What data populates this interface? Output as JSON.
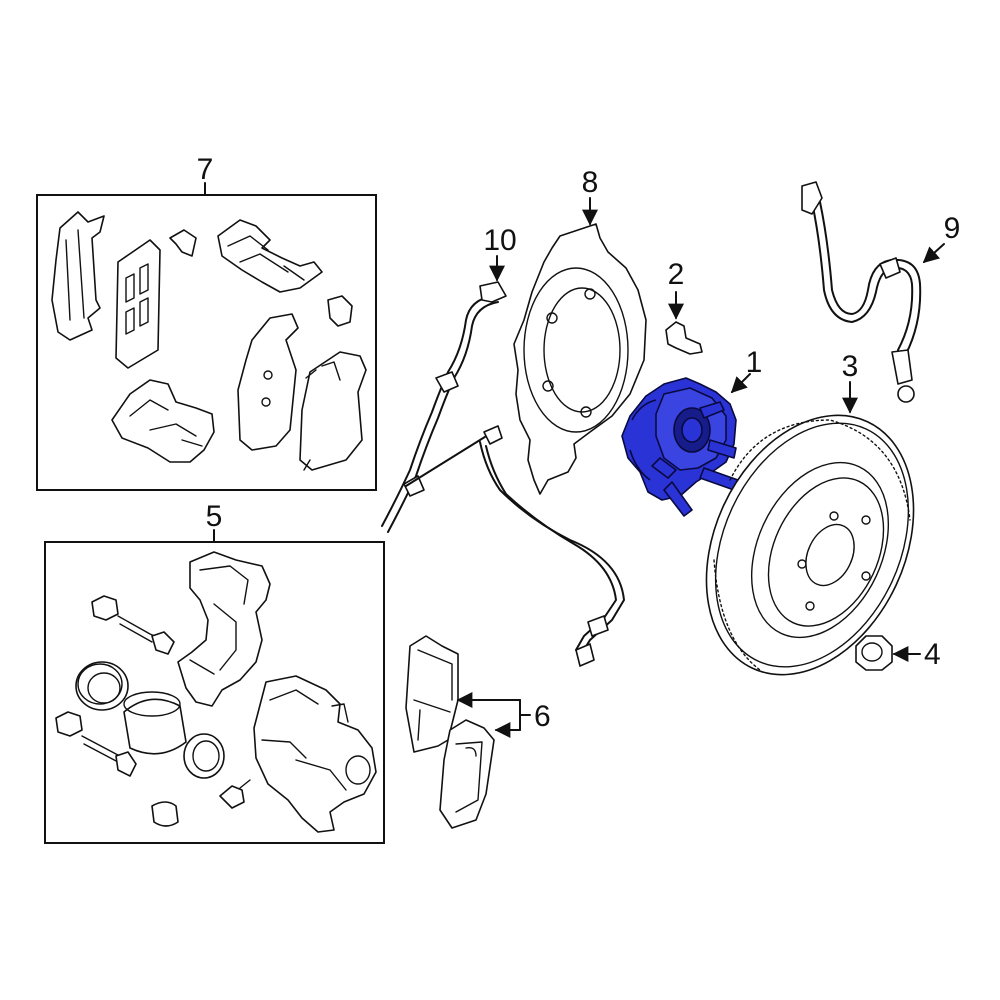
{
  "colors": {
    "line": "#111111",
    "background": "#ffffff",
    "highlight": "#2a33d6",
    "highlight_dark": "#161c8a"
  },
  "callouts": {
    "hub_assembly": "1",
    "wheel_stud": "2",
    "rotor": "3",
    "nut": "4",
    "caliper_kit": "5",
    "brake_pads": "6",
    "hardware_kit": "7",
    "splash_shield": "8",
    "brake_hose": "9",
    "abs_sensor": "10"
  }
}
